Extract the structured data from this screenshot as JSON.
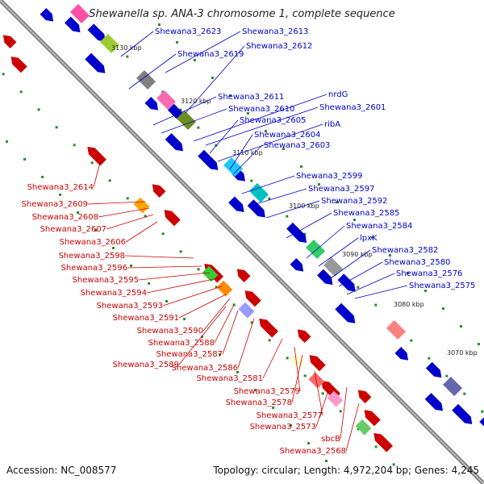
{
  "title": "Shewanella sp. ANA-3 chromosome 1, complete sequence",
  "accession": "Accession: NC_008577",
  "topology": "Topology: circular; Length: 4,972,204 bp; Genes: 4,245",
  "ticks": [
    "3130 kbp",
    "3120 kbp",
    "3110 kbp",
    "3100 kbp",
    "3090 kbp",
    "3080 kbp",
    "3070 kbp"
  ],
  "colors": {
    "plus": "#0000cc",
    "minus": "#cc0000",
    "backbone": "#888888"
  },
  "plus_labels": [
    "Shewana3_2623",
    "Shewana3_2613",
    "Shewana3_2619",
    "Shewana3_2612",
    "Shewana3_2611",
    "Shewana3_2610",
    "nrdG",
    "Shewana3_2601",
    "Shewana3_2605",
    "ribA",
    "Shewana3_2604",
    "Shewana3_2603",
    "Shewana3_2599",
    "Shewana3_2597",
    "Shewana3_2592",
    "Shewana3_2585",
    "Shewana3_2584",
    "lpxK",
    "Shewana3_2582",
    "Shewana3_2580",
    "Shewana3_2576",
    "Shewana3_2575"
  ],
  "minus_labels": [
    "Shewana3_2614",
    "Shewana3_2609",
    "Shewana3_2608",
    "Shewana3_2607",
    "Shewana3_2606",
    "Shewana3_2598",
    "Shewana3_2596",
    "Shewana3_2595",
    "Shewana3_2594",
    "Shewana3_2593",
    "Shewana3_2591",
    "Shewana3_2590",
    "Shewana3_2588",
    "Shewana3_2587",
    "Shewana3_2586",
    "Shewana3_2589",
    "Shewana3_2581",
    "Shewana3_2579",
    "Shewana3_2578",
    "Shewana3_2577",
    "Shewana3_2573",
    "sbcB",
    "Shewana3_2568"
  ]
}
